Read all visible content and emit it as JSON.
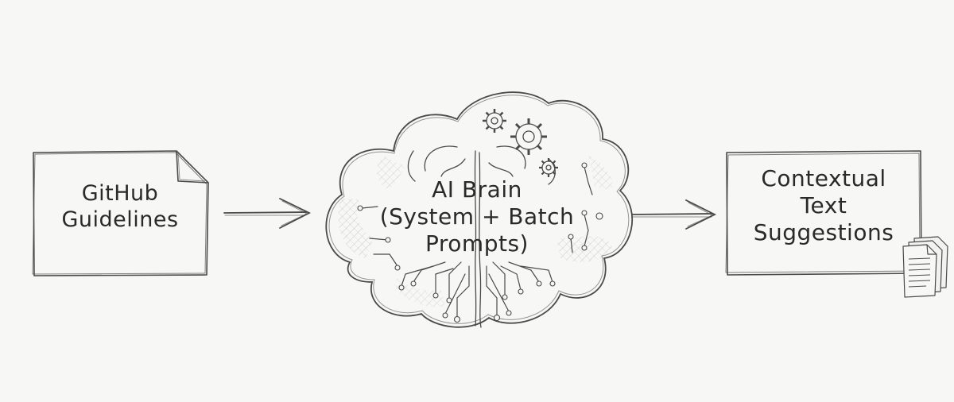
{
  "diagram": {
    "nodes": [
      {
        "id": "source",
        "lines": [
          "GitHub",
          "Guidelines"
        ]
      },
      {
        "id": "brain",
        "lines": [
          "AI Brain",
          "(System + Batch",
          "Prompts)"
        ]
      },
      {
        "id": "output",
        "lines": [
          "Contextual",
          "Text",
          "Suggestions"
        ]
      }
    ],
    "edges": [
      {
        "from": "source",
        "to": "brain"
      },
      {
        "from": "brain",
        "to": "output"
      }
    ],
    "colors": {
      "stroke": "#4a4a4a",
      "background": "#f7f7f6",
      "text": "#2a2a2a"
    },
    "icons": [
      "document-fold-icon",
      "gear-icon",
      "circuit-brain-icon",
      "document-stack-icon"
    ]
  }
}
